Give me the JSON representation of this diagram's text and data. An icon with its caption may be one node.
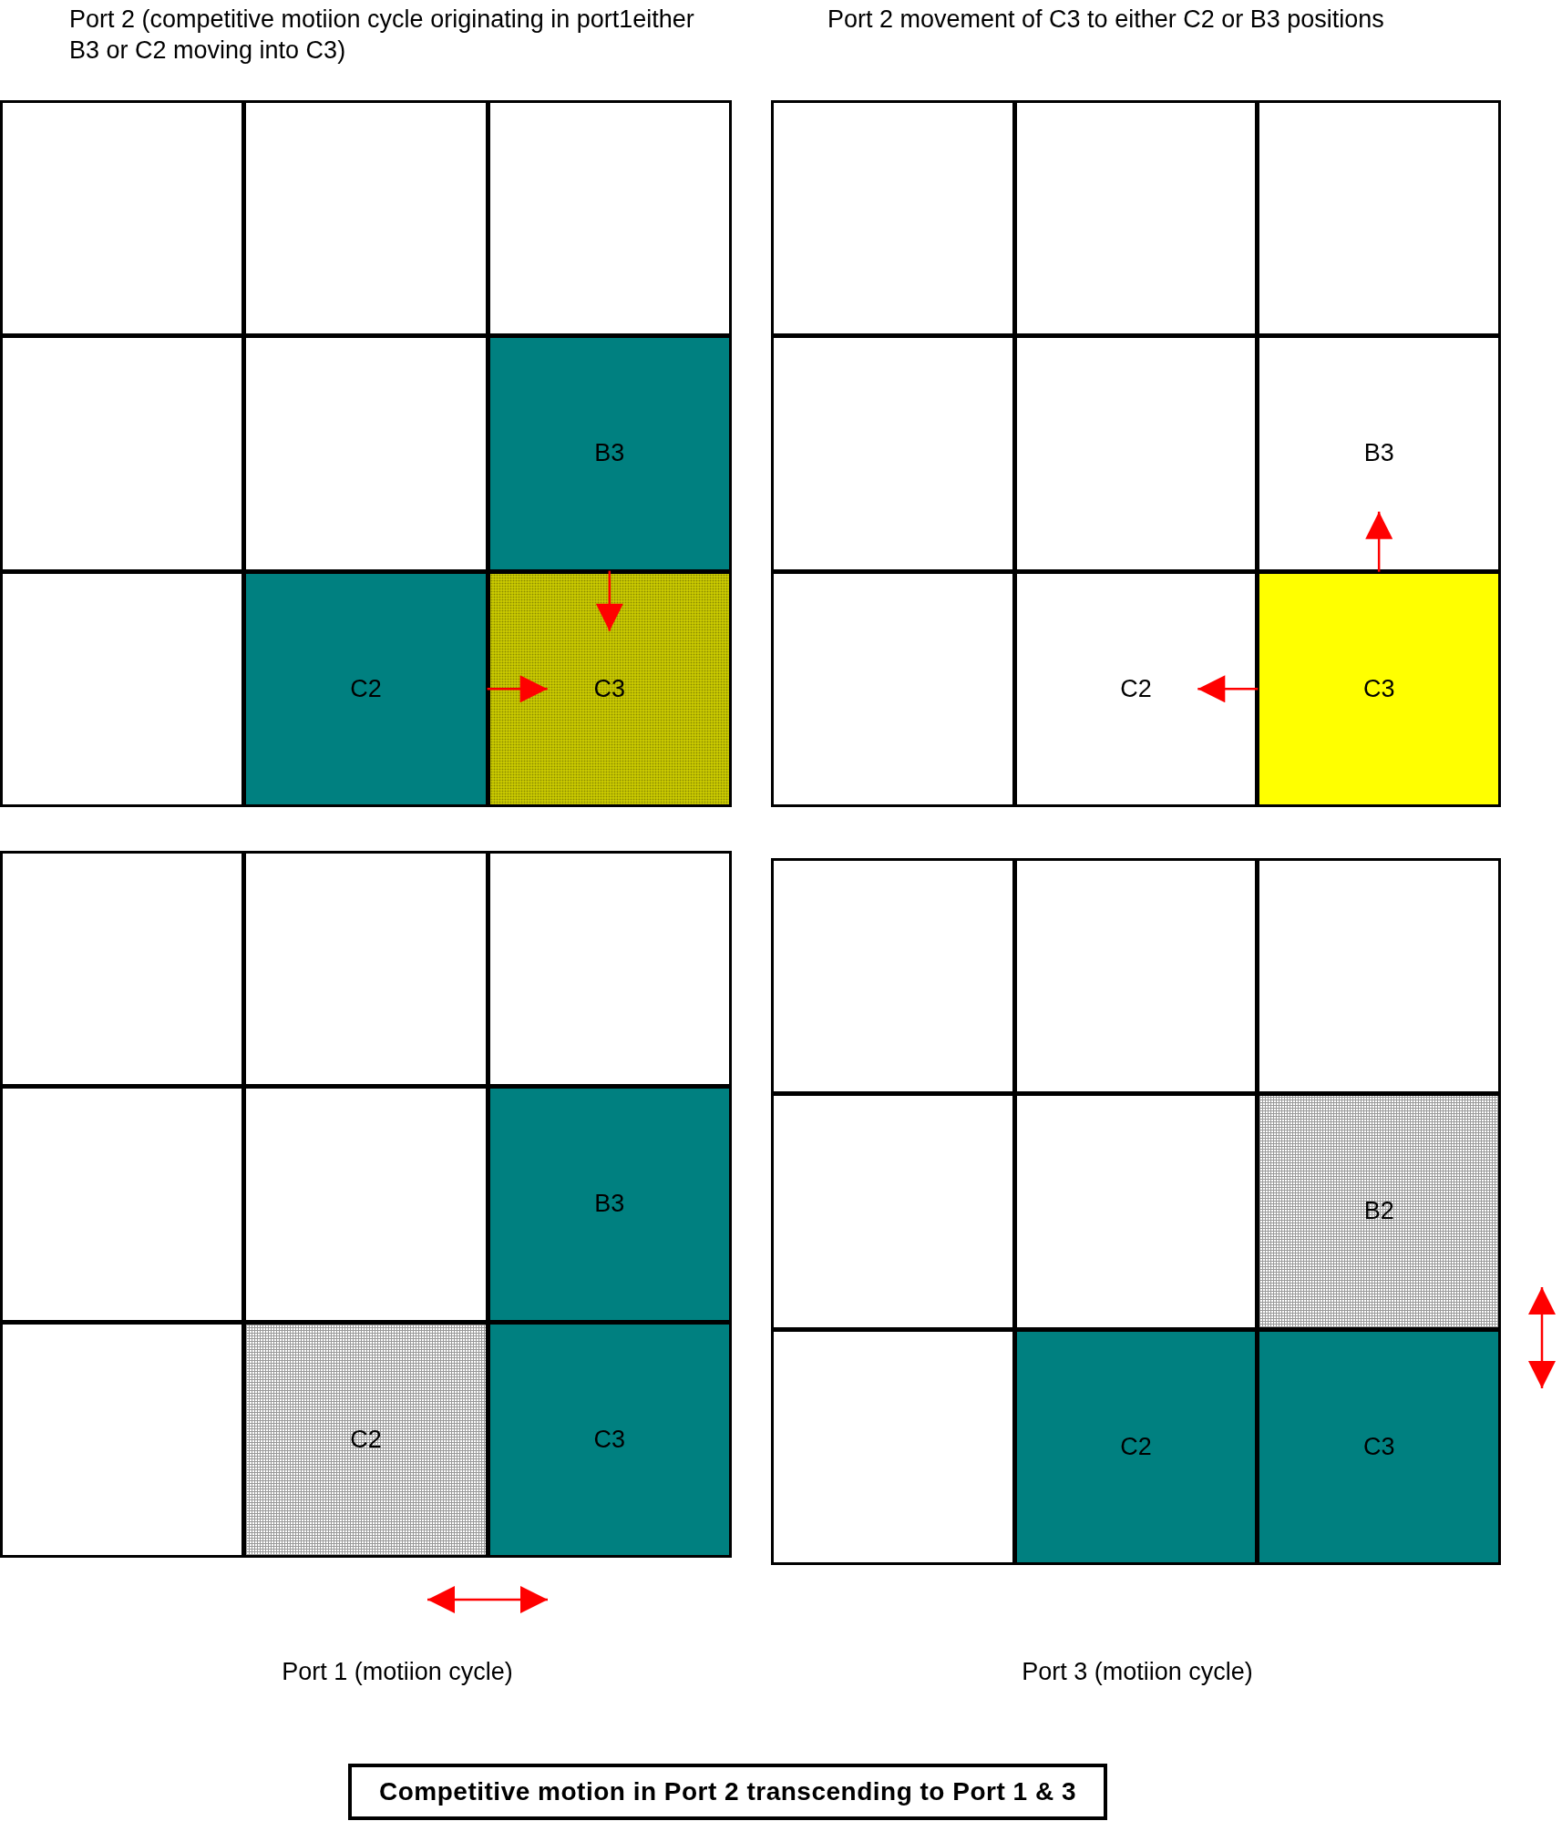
{
  "diagram": {
    "nodes": [
      {
        "text": [
          "Port 2 (competitive motiion cycle originating in port1either B3 or C2  moving into C3)"
        ]
      },
      {
        "text": [],
        "shape": "box",
        "in": 0
      },
      {
        "text": [],
        "shape": "box",
        "in": 0
      },
      {
        "text": [],
        "shape": "box",
        "in": 0
      },
      {
        "text": [],
        "shape": "box",
        "in": 0
      },
      {
        "text": [],
        "shape": "box",
        "in": 0
      },
      {
        "text": [
          "B3"
        ],
        "in": 0
      },
      {
        "text": [],
        "shape": "box",
        "in": 0
      },
      {
        "text": [
          "C2"
        ],
        "in": 0
      },
      {
        "text": [
          "C3"
        ],
        "in": 0
      },
      {
        "text": [
          "Port 2 movement of C3 to either C2 or B3 positions"
        ]
      },
      {
        "text": [],
        "shape": "box",
        "in": 10
      },
      {
        "text": [],
        "shape": "box",
        "in": 10
      },
      {
        "text": [],
        "shape": "box",
        "in": 10
      },
      {
        "text": [],
        "shape": "box",
        "in": 10
      },
      {
        "text": [],
        "shape": "box",
        "in": 10
      },
      {
        "text": [
          "B3"
        ],
        "in": 10
      },
      {
        "text": [],
        "shape": "box",
        "in": 10
      },
      {
        "text": [
          "C2"
        ],
        "in": 10
      },
      {
        "text": [
          "C3"
        ],
        "in": 10
      },
      {
        "text": [
          "Port 1 (motiion cycle)"
        ]
      },
      {
        "text": [],
        "shape": "box",
        "in": 20
      },
      {
        "text": [],
        "shape": "box",
        "in": 20
      },
      {
        "text": [],
        "shape": "box",
        "in": 20
      },
      {
        "text": [],
        "shape": "box",
        "in": 20
      },
      {
        "text": [],
        "shape": "box",
        "in": 20
      },
      {
        "text": [
          "B3"
        ],
        "in": 20
      },
      {
        "text": [],
        "shape": "box",
        "in": 20
      },
      {
        "text": [
          "C2"
        ],
        "in": 20
      },
      {
        "text": [
          "C3"
        ],
        "in": 20
      },
      {
        "text": [
          "Port  3 (motiion cycle)"
        ]
      },
      {
        "text": [],
        "shape": "box",
        "in": 30
      },
      {
        "text": [],
        "shape": "box",
        "in": 30
      },
      {
        "text": [],
        "shape": "box",
        "in": 30
      },
      {
        "text": [],
        "shape": "box",
        "in": 30
      },
      {
        "text": [],
        "shape": "box",
        "in": 30
      },
      {
        "text": [
          "B2"
        ],
        "in": 30
      },
      {
        "text": [],
        "shape": "box",
        "in": 30
      },
      {
        "text": [
          "C2"
        ],
        "in": 30
      },
      {
        "text": [
          "C3"
        ],
        "in": 30
      },
      {
        "text": [
          "Competitive motion in Port 2 transcending to Port 1 & 3"
        ]
      }
    ],
    "edges": [
      {
        "from": 6,
        "to": 9,
        "arrow": "to"
      },
      {
        "from": 8,
        "to": 9,
        "arrow": "to"
      },
      {
        "from": 19,
        "to": 16,
        "arrow": "to"
      },
      {
        "from": 19,
        "to": 18,
        "arrow": "to"
      }
    ]
  }
}
